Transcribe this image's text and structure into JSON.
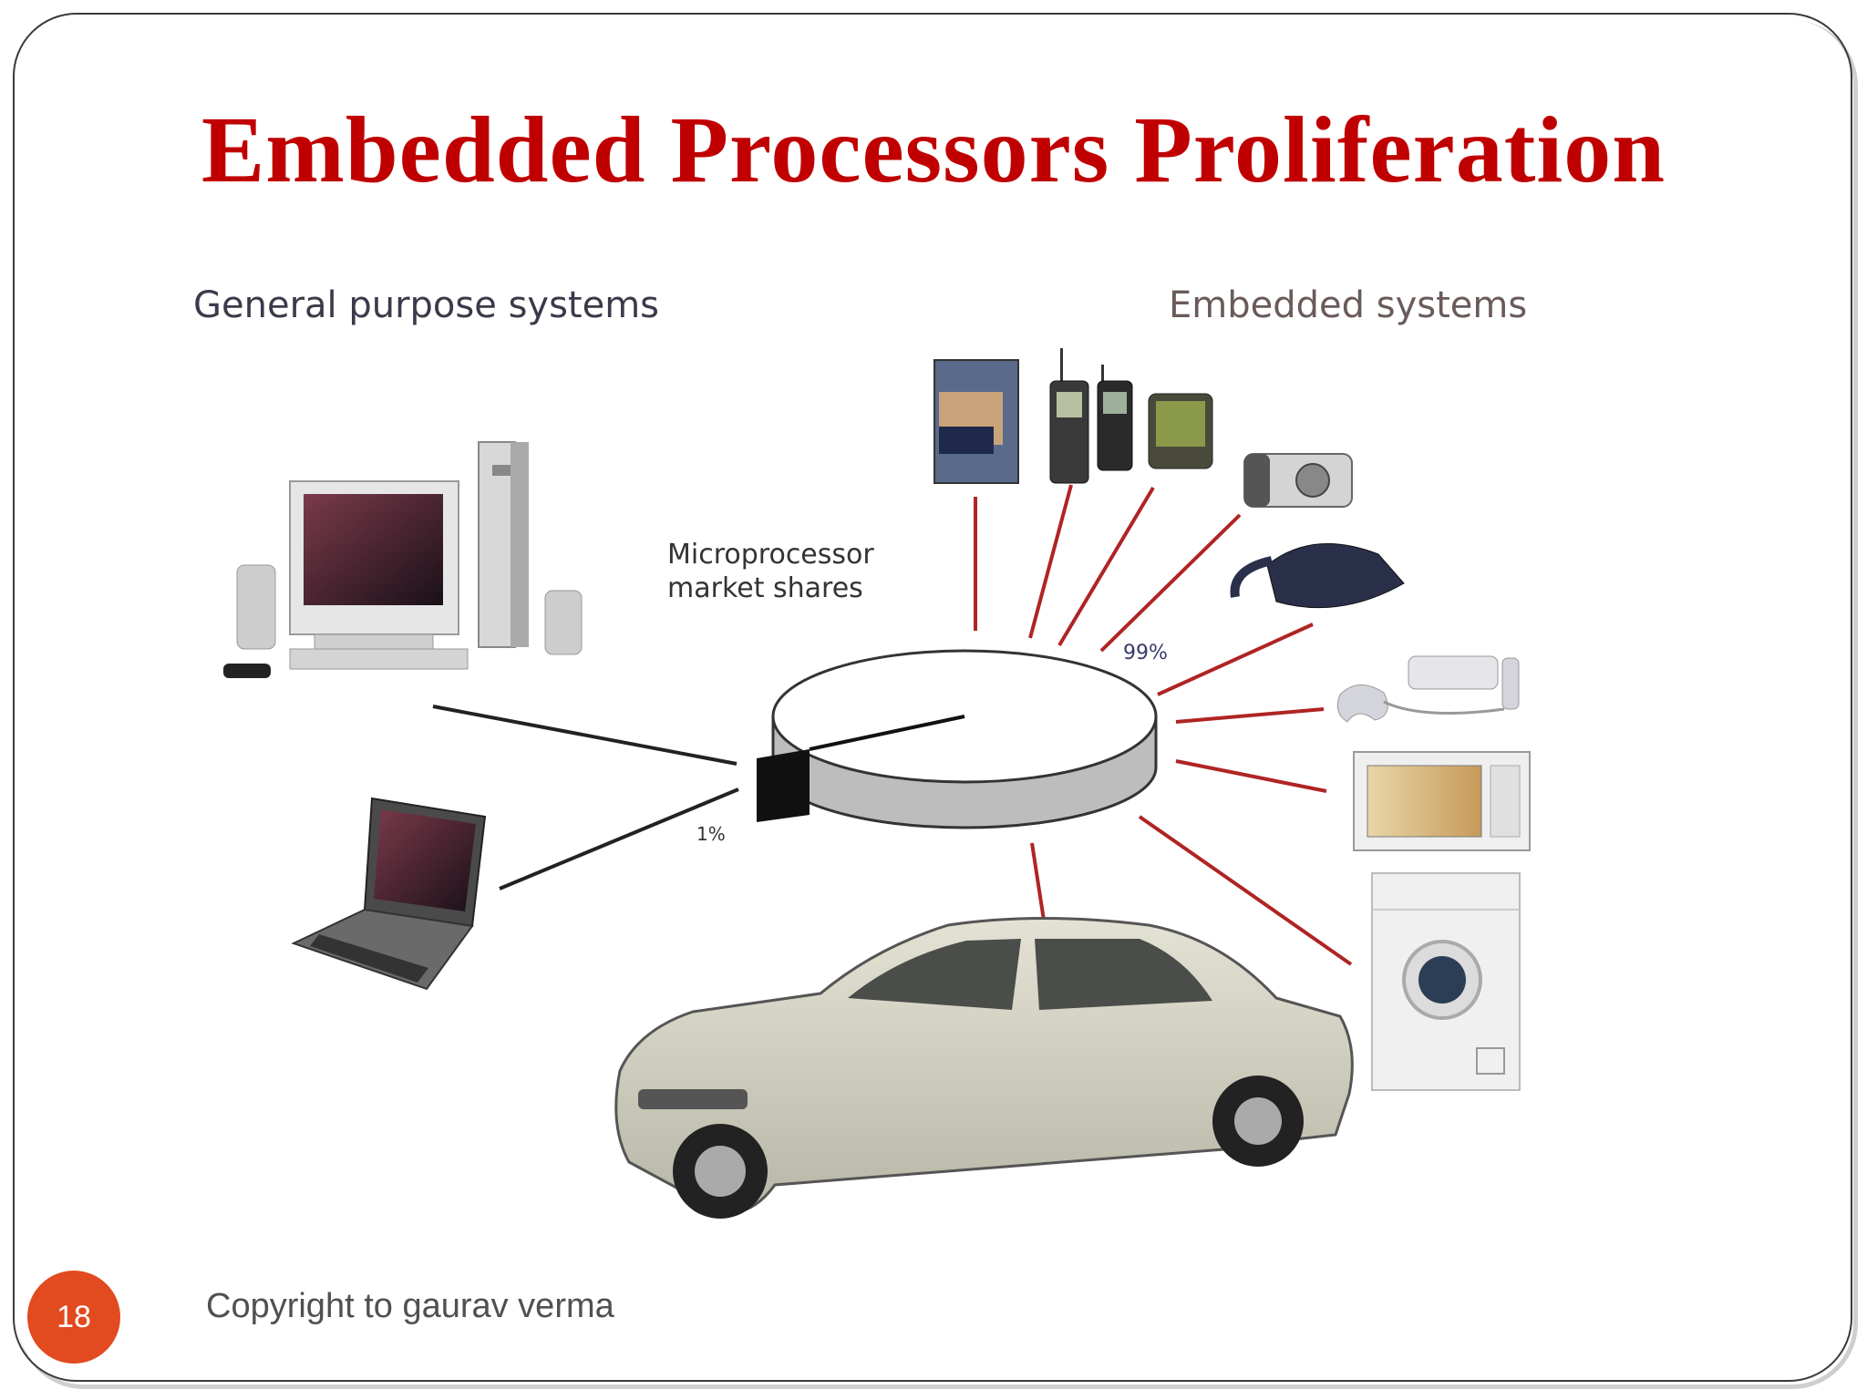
{
  "slide": {
    "title": "Embedded Processors Proliferation",
    "page_number": "18",
    "copyright": "Copyright to gaurav verma"
  },
  "diagram": {
    "left_heading": "General purpose systems",
    "right_heading": "Embedded systems",
    "pie_label": [
      "Microprocessor",
      "market shares"
    ],
    "embedded_share": "99%",
    "general_share": "1%",
    "general_purpose_devices": [
      "desktop-computer-icon",
      "laptop-icon"
    ],
    "embedded_devices": [
      "smart-card-icon",
      "mobile-phone-icon",
      "mobile-phone-icon",
      "pda-icon",
      "digital-camera-icon",
      "telephone-icon",
      "game-console-icon",
      "microwave-oven-icon",
      "washing-machine-icon",
      "car-icon"
    ]
  },
  "colors": {
    "title": "#c00000",
    "connector_embedded": "#b02424",
    "connector_general": "#222222",
    "heading_text": "#3a3a4a",
    "pie_fill": "#ffffff",
    "pie_side": "#bdbdbd",
    "pie_slice": "#111111",
    "badge": "#e24a1f"
  }
}
